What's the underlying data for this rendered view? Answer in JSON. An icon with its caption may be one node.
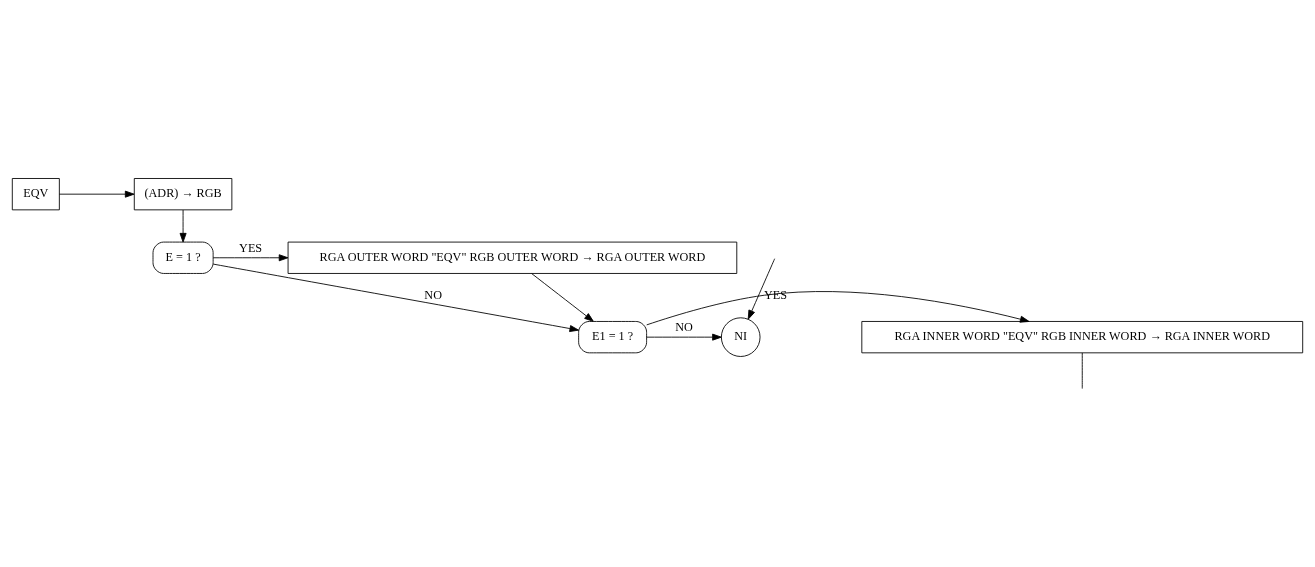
{
  "diagram": {
    "nodes": [
      {
        "text": [
          "EQV"
        ]
      },
      {
        "text": [
          "(ADR) → RGB"
        ]
      },
      {
        "text": [
          "E = 1 ?"
        ]
      },
      {
        "text": [
          "RGA OUTER WORD \"EQV\" RGB OUTER WORD → RGA OUTER WORD"
        ]
      },
      {
        "text": [
          "E1 = 1 ?"
        ]
      },
      {
        "text": [
          "RGA INNER WORD \"EQV\" RGB INNER WORD → RGA INNER WORD"
        ]
      },
      {
        "text": [
          "NI"
        ]
      }
    ],
    "edges": [
      {
        "from": 0,
        "to": 1,
        "arrow": "to"
      },
      {
        "from": 1,
        "to": 2,
        "arrow": "to"
      },
      {
        "from": 2,
        "to": 3,
        "arrow": "to",
        "label": "YES"
      },
      {
        "from": 2,
        "to": 4,
        "arrow": "to",
        "label": "NO"
      },
      {
        "from": 3,
        "to": 4,
        "arrow": "to"
      },
      {
        "from": 4,
        "to": 5,
        "arrow": "to",
        "label": "YES"
      },
      {
        "from": 4,
        "to": 6,
        "arrow": "to",
        "label": "NO"
      },
      {
        "from": null,
        "to": 6,
        "arrow": "to"
      },
      {
        "from": 5,
        "to": null,
        "arrow": "none"
      }
    ]
  }
}
